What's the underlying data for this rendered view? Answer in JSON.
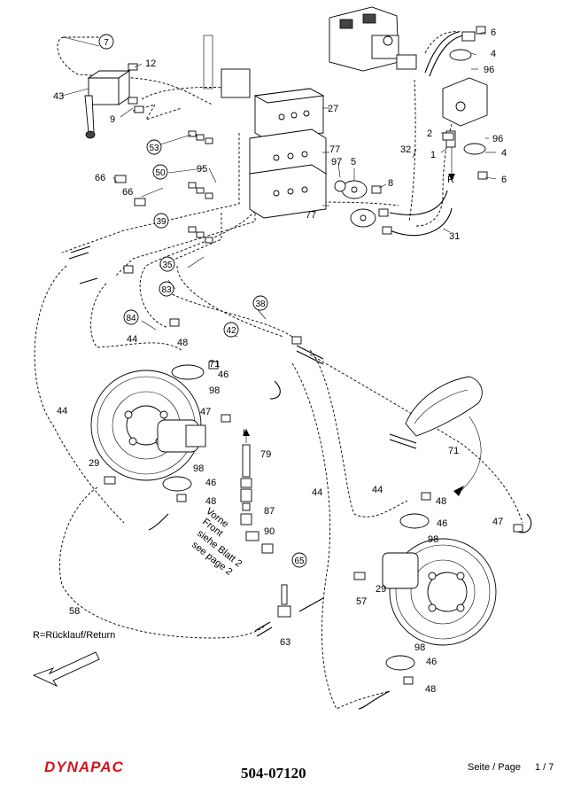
{
  "labels": {
    "l1": "1",
    "l2": "2",
    "l4a": "4",
    "l4b": "4",
    "l5": "5",
    "l6a": "6",
    "l6b": "6",
    "l8": "8",
    "l9": "9",
    "l12": "12",
    "l27": "27",
    "l29a": "29",
    "l29b": "29",
    "l31": "31",
    "l32": "32",
    "l43": "43",
    "l44a": "44",
    "l44b": "44",
    "l44c": "44",
    "l44d": "44",
    "l46a": "46",
    "l46b": "46",
    "l46c": "46",
    "l46d": "46",
    "l47a": "47",
    "l47b": "47",
    "l48a": "48",
    "l48b": "48",
    "l48c": "48",
    "l48d": "48",
    "l57": "57",
    "l58": "58",
    "l63": "63",
    "l66a": "66",
    "l66b": "66",
    "l71a": "71",
    "l71b": "71",
    "l77a": "77",
    "l77b": "77",
    "l79": "79",
    "l87": "87",
    "l90": "90",
    "l95": "95",
    "l96a": "96",
    "l96b": "96",
    "l97": "97",
    "l98a": "98",
    "l98b": "98",
    "l98c": "98",
    "l98d": "98",
    "lR": "R",
    "lL": "L"
  },
  "circled": {
    "c7": "7",
    "c35": "35",
    "c38": "38",
    "c39": "39",
    "c42": "42",
    "c50": "50",
    "c53": "53",
    "c65": "65",
    "c83": "83",
    "c84": "84"
  },
  "notes": {
    "vorne": "Vorne",
    "front": "Front",
    "siehe": "siehe Blatt 2",
    "seepage": "see page 2",
    "legend": "R=Rücklauf/Return"
  },
  "footer": {
    "brand": "DYNAPAC",
    "doc_number": "504-07120",
    "page_label": "Seite / Page",
    "page_number": "1 / 7"
  }
}
